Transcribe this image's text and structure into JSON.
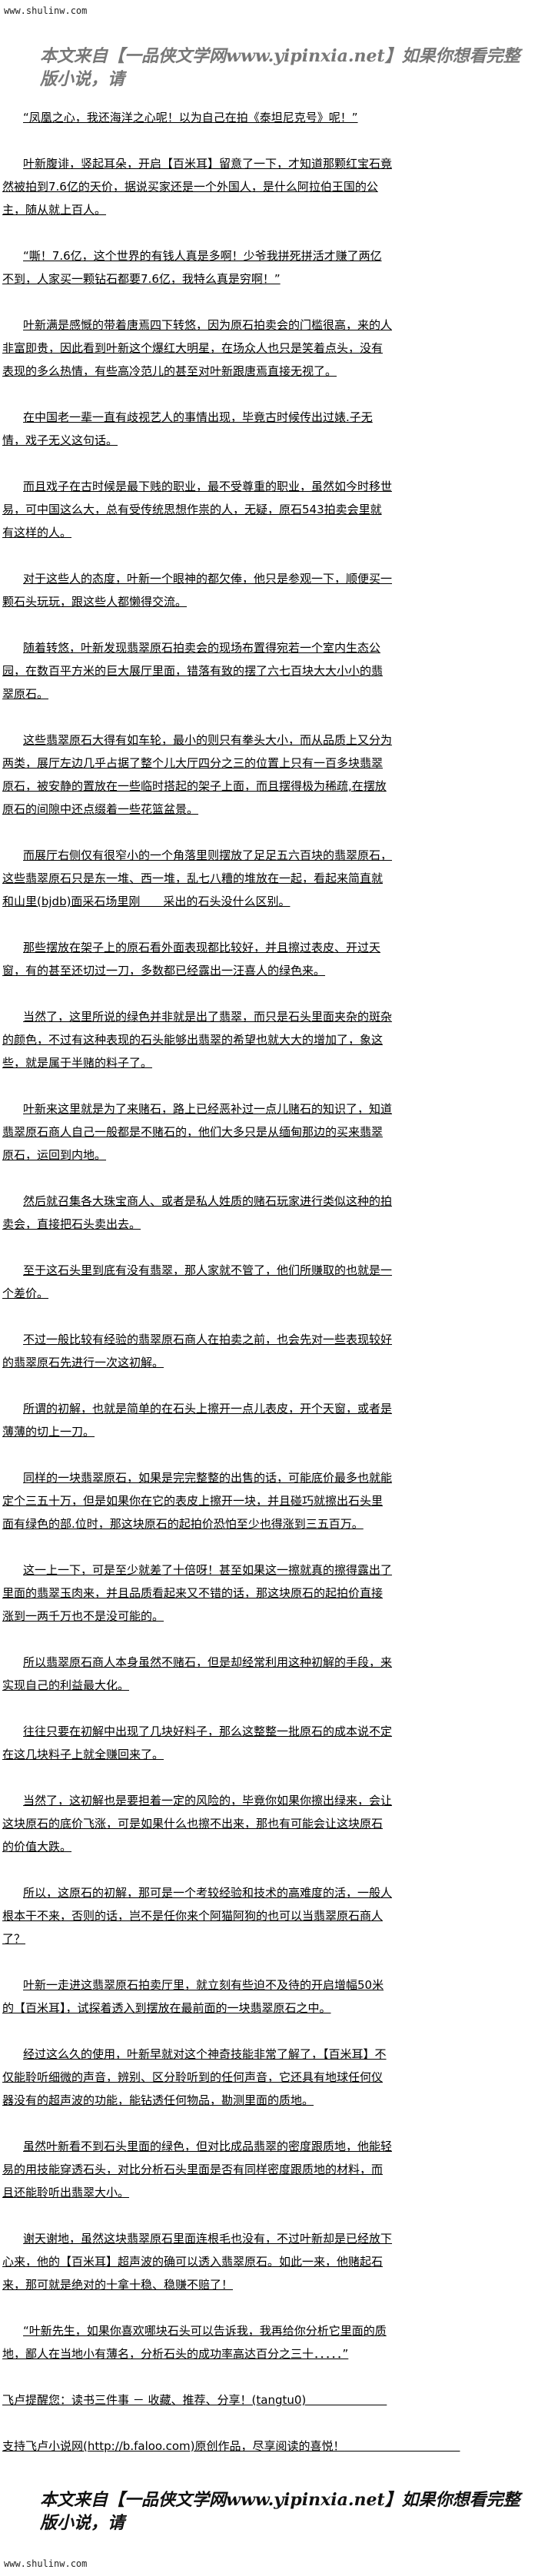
{
  "site": "www.shulinw.com",
  "watermark": "本文来自【一品侠文学网www.yipinxia.net】如果你想看完整版小说，请",
  "paragraphs": [
    "“凤凰之心，我还海洋之心呢！以为自己在拍《泰坦尼克号》呢！”",
    "叶新腹诽，竖起耳朵，开启【百米耳】留意了一下，才知道那颗红宝石竟然被拍到7.6亿的天价，据说买家还是一个外国人，是什么阿拉伯王国的公主，随从就上百人。",
    "“嘶！7.6亿，这个世界的有钱人真是多啊！少爷我拼死拼活才赚了两亿不到，人家买一颗钻石都要7.6亿，我特么真是穷啊！”",
    "叶新满是感慨的带着唐焉四下转悠，因为原石拍卖会的门槛很高，来的人非富即贵，因此看到叶新这个爆红大明星，在场众人也只是笑着点头，没有表现的多么热情，有些高冷范儿的甚至对叶新跟唐焉直接无视了。",
    "在中国老一辈一直有歧视艺人的事情出现，毕竟古时候传出过婊.子无情，戏子无义这句话。",
    "而且戏子在古时候是最下贱的职业，最不受尊重的职业，虽然如今时移世易，可中国这么大，总有受传统思想作祟的人，无疑，原石543拍卖会里就有这样的人。",
    "对于这些人的态度，叶新一个眼神的都欠俸，他只是参观一下，顺便买一颗石头玩玩，跟这些人都懒得交流。",
    "随着转悠，叶新发现翡翠原石拍卖会的现场布置得宛若一个室内生态公园，在数百平方米的巨大展厅里面，错落有致的摆了六七百块大大小小的翡翠原石。",
    "这些翡翠原石大得有如车轮，最小的则只有拳头大小，而从品质上又分为两类，展厅左边几乎占据了整个儿大厅四分之三的位置上只有一百多块翡翠原石，被安静的置放在一些临时搭起的架子上面，而且摆得极为稀疏,在摆放原石的间隙中还点缀着一些花篮盆景。",
    "而展厅右侧仅有很窄小的一个角落里则摆放了足足五六百块的翡翠原石，这些翡翠原石只是东一堆、西一堆，乱七八糟的堆放在一起，看起来简直就和山里(bjdb)面采石场里刚　　采出的石头没什么区别。",
    "那些摆放在架子上的原石看外面表现都比较好，并且擦过表皮、开过天窗，有的甚至还切过一刀，多数都已经露出一汪喜人的绿色来。",
    "当然了，这里所说的绿色并非就是出了翡翠，而只是石头里面夹杂的斑杂的颜色，不过有这种表现的石头能够出翡翠的希望也就大大的增加了，象这些，就是属于半赌的料子了。",
    "叶新来这里就是为了来赌石，路上已经恶补过一点儿赌石的知识了，知道翡翠原石商人自己一般都是不赌石的，他们大多只是从缅甸那边的买来翡翠原石，运回到内地。",
    "然后就召集各大珠宝商人、或者是私人姓质的赌石玩家进行类似这种的拍卖会，直接把石头卖出去。",
    "至于这石头里到底有没有翡翠，那人家就不管了，他们所赚取的也就是一个差价。",
    "不过一般比较有经验的翡翠原石商人在拍卖之前，也会先对一些表现较好的翡翠原石先进行一次这初解。",
    "所谓的初解，也就是简单的在石头上擦开一点儿表皮，开个天窗，或者是薄薄的切上一刀。",
    "同样的一块翡翠原石，如果是完完整整的出售的话，可能底价最多也就能定个三五十万，但是如果你在它的表皮上擦开一块，并且碰巧就擦出石头里面有绿色的部.位时，那这块原石的起拍价恐怕至少也得涨到三五百万。",
    "这一上一下，可是至少就差了十倍呀！甚至如果这一擦就真的擦得露出了里面的翡翠玉肉来，并且品质看起来又不错的话，那这块原石的起拍价直接涨到一两千万也不是没可能的。",
    "所以翡翠原石商人本身虽然不赌石，但是却经常利用这种初解的手段，来实现自己的利益最大化。",
    "往往只要在初解中出现了几块好料子，那么这整整一批原石的成本说不定在这几块料子上就全赚回来了。",
    "当然了，这初解也是要担着一定的风险的，毕竟你如果你擦出绿来，会让这块原石的底价飞涨，可是如果什么也擦不出来，那也有可能会让这块原石的价值大跌。",
    "所以，这原石的初解，那可是一个考较经验和技术的高难度的活，一般人根本干不来，否则的话，岂不是任你来个阿猫阿狗的也可以当翡翠原石商人了？",
    "叶新一走进这翡翠原石拍卖厅里，就立刻有些迫不及待的开启增幅50米的【百米耳】，试探着透入到摆放在最前面的一块翡翠原石之中。",
    "经过这么久的使用，叶新早就对这个神奇技能非常了解了，【百米耳】不仅能聆听细微的声音，辨别、区分聆听到的任何声音，它还具有地球任何仪器没有的超声波的功能，能钻透任何物品，勘测里面的质地。",
    "虽然叶新看不到石头里面的绿色，但对比成品翡翠的密度跟质地，他能轻易的用技能穿透石头，对比分析石头里面是否有同样密度跟质地的材料，而且还能聆听出翡翠大小。",
    "谢天谢地，虽然这块翡翠原石里面连根毛也没有，不过叶新却是已经放下心来，他的【百米耳】超声波的确可以透入翡翠原石。如此一来，他赌起石来，那可就是绝对的十拿十稳、稳赚不赔了！",
    "“叶新先生，如果你喜欢哪块石头可以告诉我，我再给你分析它里面的质地，鄙人在当地小有薄名，分析石头的成功率高达百分之三十．．．．．”"
  ],
  "footer_notes": [
    "飞卢提醒您：读书三件事 － 收藏、推荐、分享！(tangtu0)　　　　　　　",
    "支持飞卢小说网(http://b.faloo.com)原创作品，尽享阅读的喜悦！　　　　　　　　　　"
  ]
}
